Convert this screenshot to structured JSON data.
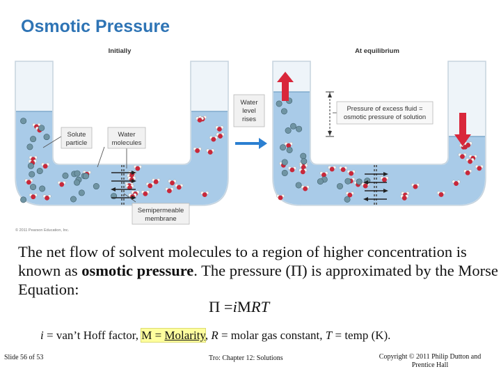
{
  "title": "Osmotic Pressure",
  "figure": {
    "label_initially": "Initially",
    "label_equilibrium": "At equilibrium",
    "label_solute": [
      "Solute",
      "particle"
    ],
    "label_water": [
      "Water",
      "molecules"
    ],
    "label_membrane": [
      "Semipermeable",
      "membrane"
    ],
    "label_level": [
      "Water",
      "level",
      "rises"
    ],
    "label_pressure": [
      "Pressure of excess fluid =",
      "osmotic pressure of solution"
    ],
    "copyright": "© 2011 Pearson Education, Inc.",
    "colors": {
      "liquid": "#a9cbe8",
      "tube_glass": "#eef4f9",
      "arrow_blue": "#2b7fd1",
      "arrow_red": "#d9273b",
      "solute_particle": "#6f94a3",
      "water_oxygen": "#c8283a"
    }
  },
  "body": {
    "line_prefix": "The net flow of solvent molecules to a region of higher concentration is known as ",
    "term": "osmotic pressure",
    "line_suffix": ". The pressure (Π) is approximated by the Morse Equation:"
  },
  "equation": {
    "lhs": "Π =",
    "i": "i",
    "m": "M",
    "rt": "RT"
  },
  "definitions": {
    "i_sym": "i",
    "i_def": " = van’t Hoff factor, ",
    "m_sym": "M",
    "m_eq": " = ",
    "m_def": "Molarity",
    "sep": ", ",
    "r_sym": "R",
    "r_def": " = molar gas constant, ",
    "t_sym": "T",
    "t_def": " = temp (K)."
  },
  "footer": {
    "slide": "Slide 56 of 53",
    "chapter": "Tro: Chapter 12: Solutions",
    "copyright_line1": "Copyright © 2011 Philip Dutton and",
    "copyright_line2": "Prentice Hall"
  }
}
